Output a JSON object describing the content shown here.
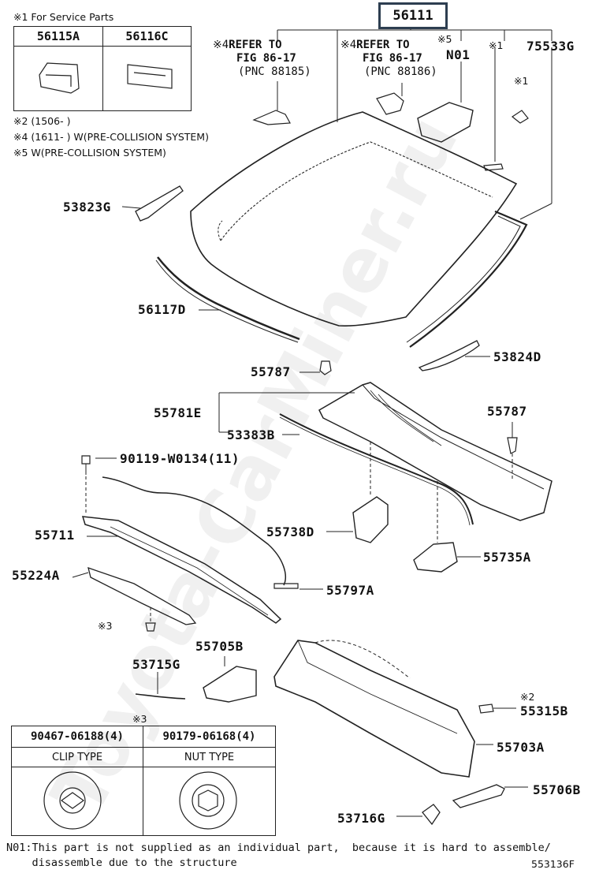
{
  "main_part": "56111",
  "service_parts": {
    "title": "※1 For Service Parts",
    "left": "56115A",
    "right": "56116C"
  },
  "notes": [
    "※2 (1506-       )",
    "※4 (1611-       ) W(PRE-COLLISION SYSTEM)",
    "※5 W(PRE-COLLISION SYSTEM)"
  ],
  "refs": {
    "left": {
      "mark": "※4",
      "line1": "REFER TO",
      "line2": "FIG 86-17",
      "line3": "(PNC 88185)"
    },
    "right": {
      "mark": "※4",
      "line1": "REFER TO",
      "line2": "FIG 86-17",
      "line3": "(PNC 88186)"
    }
  },
  "marks": {
    "m5": "※5",
    "m1a": "※1",
    "m1b": "※1",
    "m3": "※3",
    "m2": "※2",
    "m3_table": "※3"
  },
  "labels": {
    "n01": "N01",
    "p75533g": "75533G",
    "p53823g": "53823G",
    "p56117d": "56117D",
    "p53824d": "53824D",
    "p55787a": "55787",
    "p55781e": "55781E",
    "p53383b": "53383B",
    "p55787b": "55787",
    "p90119": "90119-W0134(11)",
    "p55711": "55711",
    "p55738d": "55738D",
    "p55735a": "55735A",
    "p55224a": "55224A",
    "p55797a": "55797A",
    "p53715g": "53715G",
    "p55705b": "55705B",
    "p55315b": "55315B",
    "p55703a": "55703A",
    "p55706b": "55706B",
    "p53716g": "53716G"
  },
  "clip_table": {
    "col1_part": "90467-06188(4)",
    "col2_part": "90179-06168(4)",
    "col1_type": "CLIP TYPE",
    "col2_type": "NUT TYPE"
  },
  "footnote": {
    "line1": "N01:This part is not supplied as an individual part,  because it is hard to assemble/",
    "line2": "    disassemble due to the structure"
  },
  "diagram_code": "553136F",
  "watermark": "Toyota-CarMiner.ru"
}
